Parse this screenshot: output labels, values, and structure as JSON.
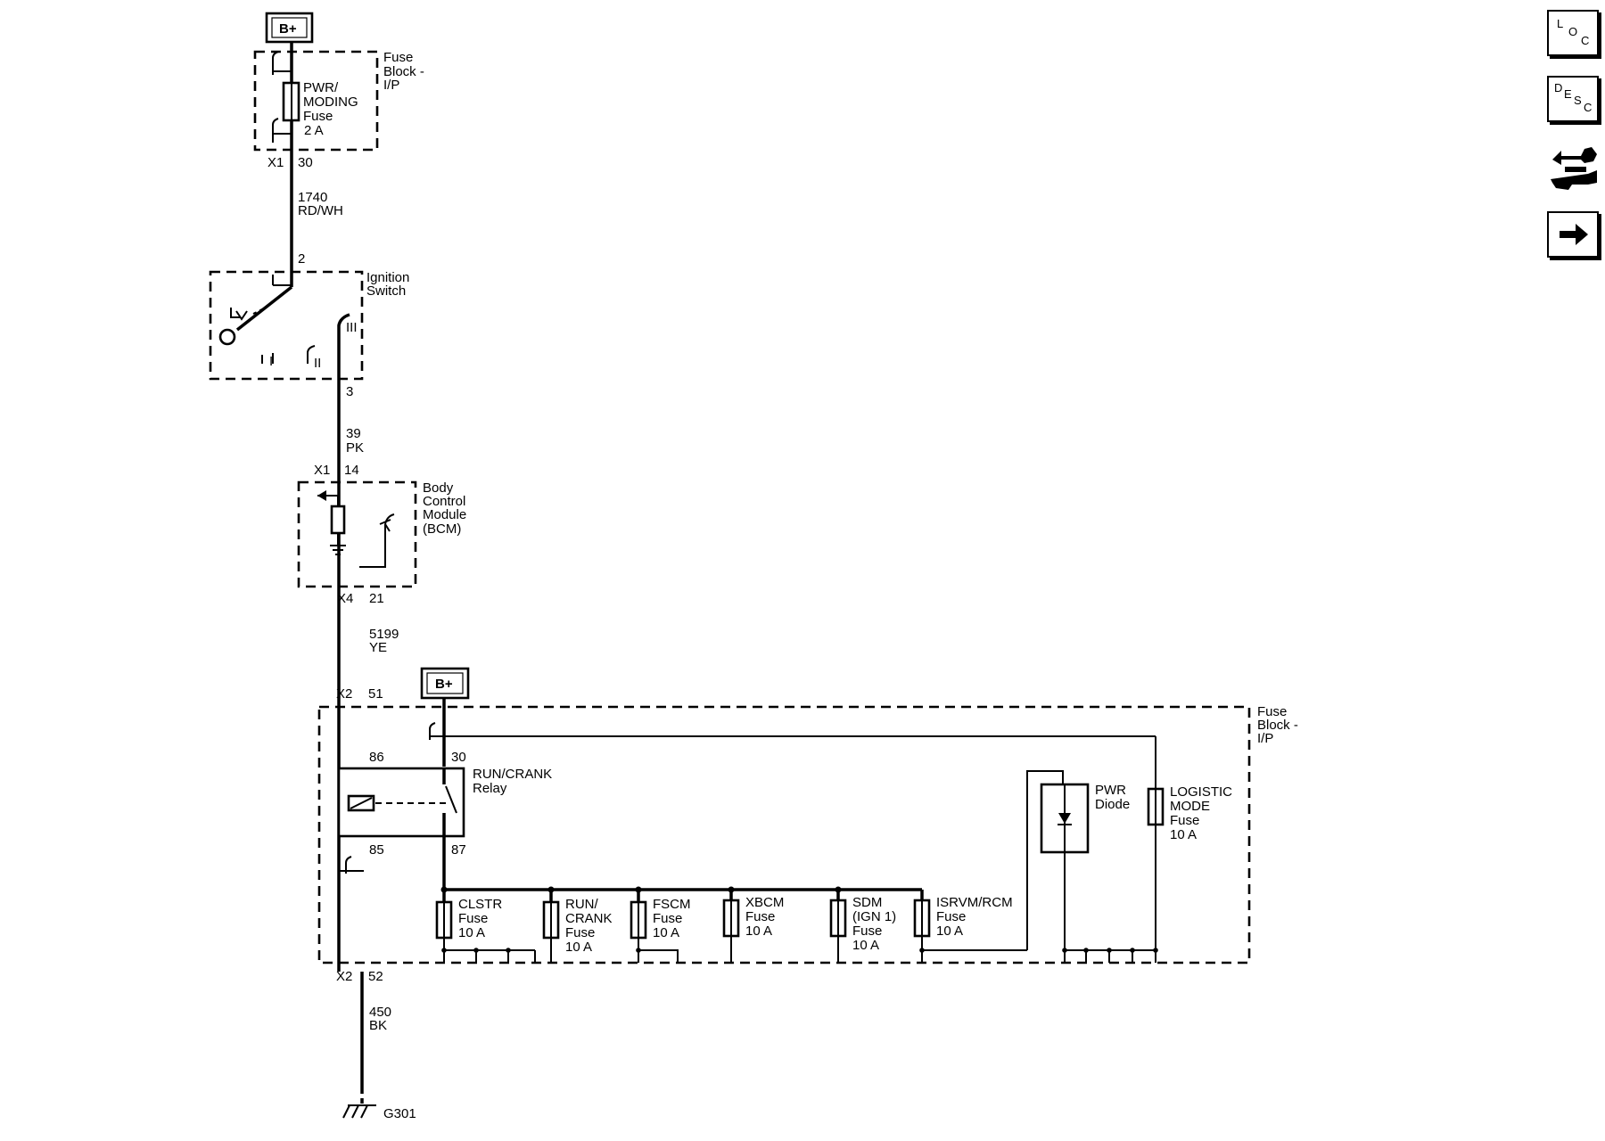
{
  "sidebar": {
    "loc": [
      "L",
      "O",
      "C"
    ],
    "desc": [
      "D",
      "E",
      "S",
      "C"
    ],
    "icons": [
      "locator-icon",
      "description-icon",
      "connector-tool-icon",
      "next-arrow-icon"
    ]
  },
  "diagram": {
    "bplus_top": "B+",
    "bplus_relay": "B+",
    "fuse_block_top": [
      "Fuse",
      "Block -",
      "I/P"
    ],
    "pwr_moding_fuse": [
      "PWR/",
      "MODING",
      "Fuse",
      "2 A"
    ],
    "conn_x1": "X1",
    "pin_30_top": "30",
    "wire_1740": [
      "1740",
      "RD/WH"
    ],
    "pin_2": "2",
    "ignition_switch": [
      "Ignition",
      "Switch"
    ],
    "ign_pos_1": "I",
    "ign_pos_2": "II",
    "ign_pos_3": "III",
    "pin_3": "3",
    "wire_39": [
      "39",
      "PK"
    ],
    "conn_x1_bcm": "X1",
    "pin_14": "14",
    "bcm": [
      "Body",
      "Control",
      "Module",
      "(BCM)"
    ],
    "conn_x4": "X4",
    "pin_21": "21",
    "wire_5199": [
      "5199",
      "YE"
    ],
    "conn_x2_top": "X2",
    "pin_51": "51",
    "fuse_block_bottom": [
      "Fuse",
      "Block -",
      "I/P"
    ],
    "relay_pin_86": "86",
    "relay_pin_30": "30",
    "relay_pin_85": "85",
    "relay_pin_87": "87",
    "relay": [
      "RUN/CRANK",
      "Relay"
    ],
    "pwr_diode": [
      "PWR",
      "Diode"
    ],
    "logistic_fuse": [
      "LOGISTIC",
      "MODE",
      "Fuse",
      "10 A"
    ],
    "fuses": [
      [
        "CLSTR",
        "Fuse",
        "10 A"
      ],
      [
        "RUN/",
        "CRANK",
        "Fuse",
        "10 A"
      ],
      [
        "FSCM",
        "Fuse",
        "10 A"
      ],
      [
        "XBCM",
        "Fuse",
        "10 A"
      ],
      [
        "SDM",
        "(IGN 1)",
        "Fuse",
        "10 A"
      ],
      [
        "ISRVM/RCM",
        "Fuse",
        "10 A"
      ]
    ],
    "conn_x2_bottom": "X2",
    "pin_52": "52",
    "wire_450": [
      "450",
      "BK"
    ],
    "ground": "G301"
  }
}
